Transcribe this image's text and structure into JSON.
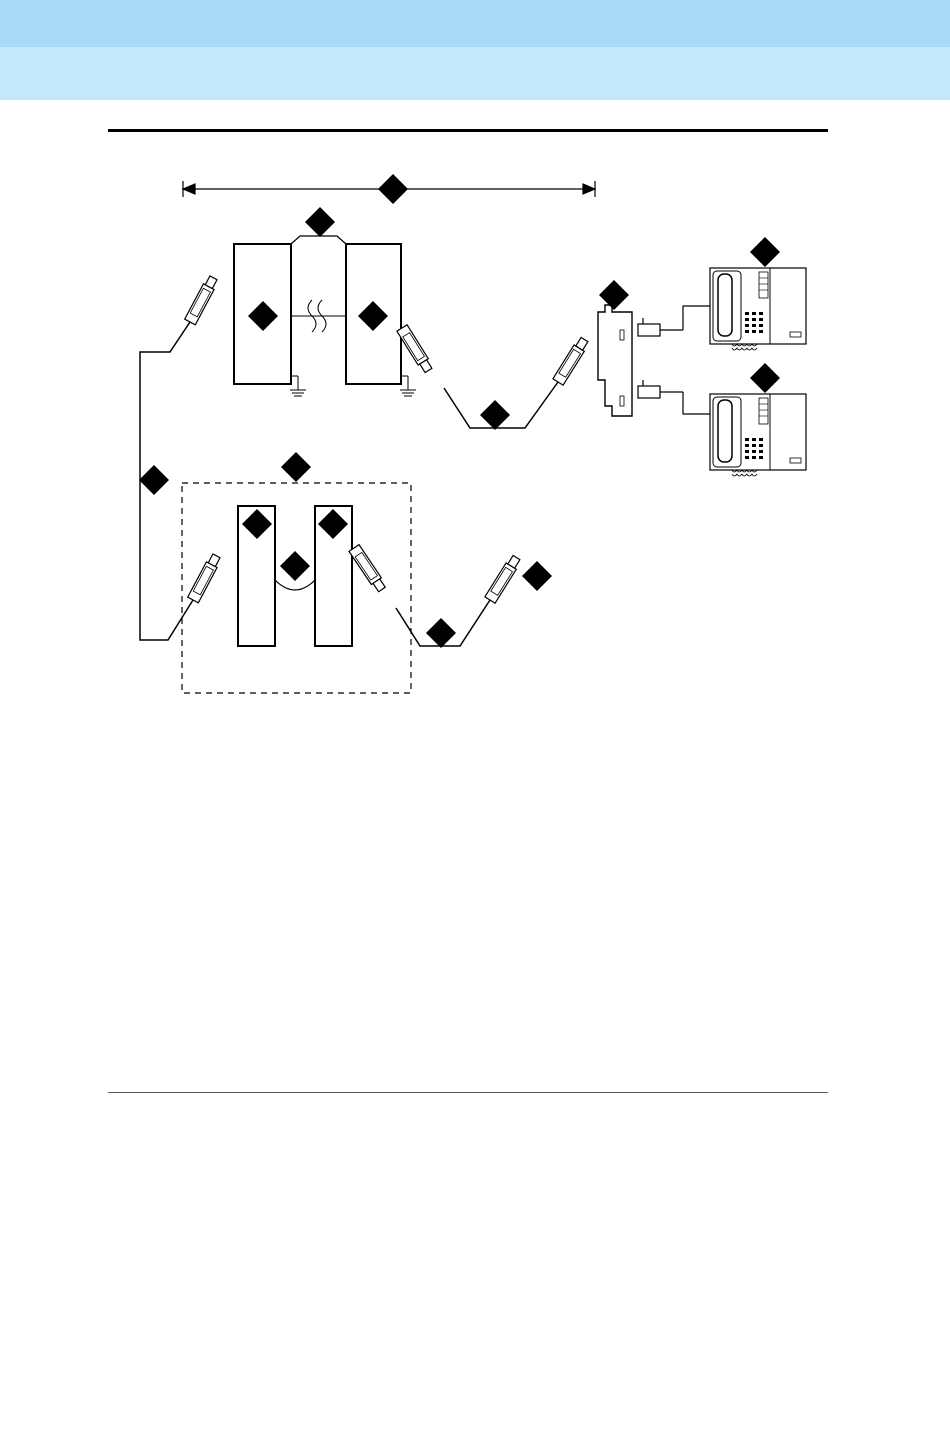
{
  "header": {
    "band_top_color": "#a9dbf7",
    "band_bottom_color": "#c3e8fb"
  },
  "diagram": {
    "line_color": "#000000",
    "callout_count": 16,
    "components": [
      "cabinet",
      "cabinet",
      "cabinet",
      "cabinet",
      "connector-block",
      "telephone",
      "telephone",
      "ground",
      "ground"
    ]
  }
}
